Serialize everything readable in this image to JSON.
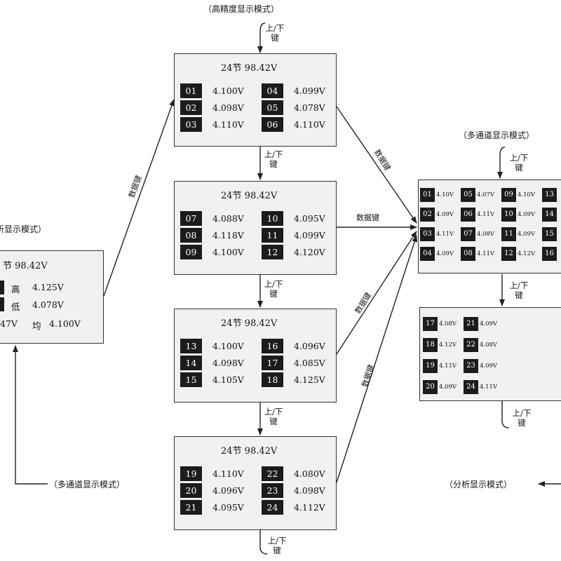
{
  "labels": {
    "high_precision_mode": "（高精度显示模式）",
    "multi_channel_mode": "（多通道显示模式）",
    "analysis_mode_partial": "析显示模式）",
    "multi_channel_mode_bottom": "（多通道显示模式）",
    "analysis_mode_bottom": "（分析显示模式）",
    "updown_top": "上/下",
    "key": "键",
    "data_key": "数据键"
  },
  "panels": [
    {
      "title": "24节  98.42V",
      "cells": [
        {
          "n": "01",
          "v": "4.100V"
        },
        {
          "n": "04",
          "v": "4.099V"
        },
        {
          "n": "02",
          "v": "4.098V"
        },
        {
          "n": "05",
          "v": "4.078V"
        },
        {
          "n": "03",
          "v": "4.110V"
        },
        {
          "n": "06",
          "v": "4.110V"
        }
      ]
    },
    {
      "title": "24节  98.42V",
      "cells": [
        {
          "n": "07",
          "v": "4.088V"
        },
        {
          "n": "10",
          "v": "4.095V"
        },
        {
          "n": "08",
          "v": "4.118V"
        },
        {
          "n": "11",
          "v": "4.099V"
        },
        {
          "n": "09",
          "v": "4.100V"
        },
        {
          "n": "12",
          "v": "4.120V"
        }
      ]
    },
    {
      "title": "24节  98.42V",
      "cells": [
        {
          "n": "13",
          "v": "4.100V"
        },
        {
          "n": "16",
          "v": "4.096V"
        },
        {
          "n": "14",
          "v": "4.098V"
        },
        {
          "n": "17",
          "v": "4.085V"
        },
        {
          "n": "15",
          "v": "4.105V"
        },
        {
          "n": "18",
          "v": "4.125V"
        }
      ]
    },
    {
      "title": "24节  98.42V",
      "cells": [
        {
          "n": "19",
          "v": "4.110V"
        },
        {
          "n": "22",
          "v": "4.080V"
        },
        {
          "n": "20",
          "v": "4.096V"
        },
        {
          "n": "23",
          "v": "4.098V"
        },
        {
          "n": "21",
          "v": "4.095V"
        },
        {
          "n": "24",
          "v": "4.112V"
        }
      ]
    }
  ],
  "analysis_panel": {
    "title": "节  98.42V",
    "high_label": "高",
    "high_value": "4.125V",
    "low_label": "低",
    "low_value": "4.078V",
    "min_value_partial": "47V",
    "avg_label": "均",
    "avg_value": "4.100V"
  },
  "multi_panel_1": [
    {
      "n": "01",
      "v": "4.10V"
    },
    {
      "n": "05",
      "v": "4.07V"
    },
    {
      "n": "09",
      "v": "4.10V"
    },
    {
      "n": "13",
      "v": ""
    },
    {
      "n": "02",
      "v": "4.09V"
    },
    {
      "n": "06",
      "v": "4.11V"
    },
    {
      "n": "10",
      "v": "4.09V"
    },
    {
      "n": "14",
      "v": ""
    },
    {
      "n": "03",
      "v": "4.11V"
    },
    {
      "n": "07",
      "v": "4.08V"
    },
    {
      "n": "11",
      "v": "4.09V"
    },
    {
      "n": "15",
      "v": ""
    },
    {
      "n": "04",
      "v": "4.09V"
    },
    {
      "n": "08",
      "v": "4.11V"
    },
    {
      "n": "12",
      "v": "4.12V"
    },
    {
      "n": "16",
      "v": ""
    }
  ],
  "multi_panel_2": [
    {
      "n": "17",
      "v": "4.08V"
    },
    {
      "n": "21",
      "v": "4.09V"
    },
    {
      "n": "18",
      "v": "4.12V"
    },
    {
      "n": "22",
      "v": "4.08V"
    },
    {
      "n": "19",
      "v": "4.11V"
    },
    {
      "n": "23",
      "v": "4.09V"
    },
    {
      "n": "20",
      "v": "4.09V"
    },
    {
      "n": "24",
      "v": "4.11V"
    }
  ]
}
